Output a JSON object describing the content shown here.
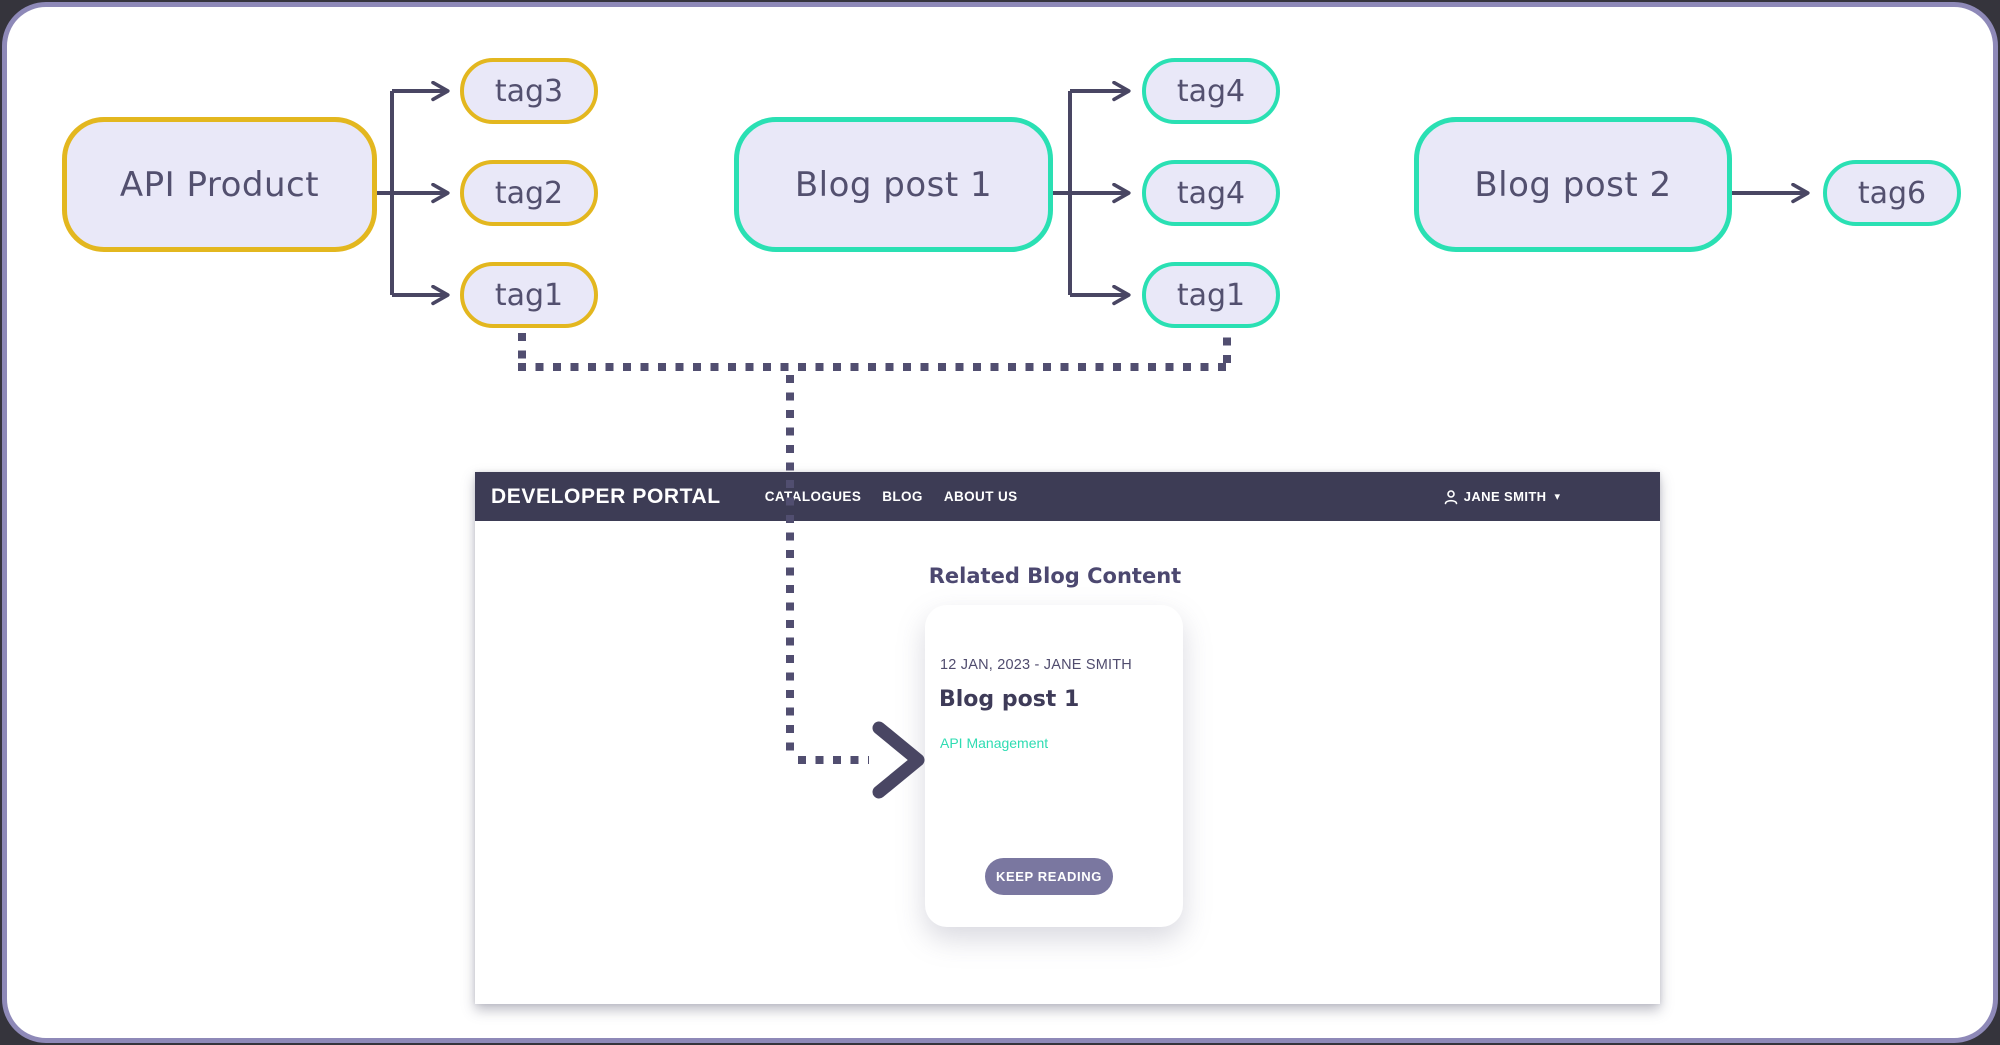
{
  "diagram": {
    "api_product": {
      "label": "API Product",
      "tags": [
        "tag3",
        "tag2",
        "tag1"
      ]
    },
    "blog_post_1": {
      "label": "Blog post 1",
      "tags": [
        "tag4",
        "tag4",
        "tag1"
      ]
    },
    "blog_post_2": {
      "label": "Blog post 2",
      "tags": [
        "tag6"
      ]
    },
    "colors": {
      "yellow_accent": "#e3b71f",
      "teal_accent": "#2ae0b3",
      "node_fill": "#e9e8f8",
      "node_text": "#53506f",
      "connector": "#494663",
      "dotted_connector": "#514e70",
      "canvas_border": "#8e89b8"
    }
  },
  "portal": {
    "brand": "DEVELOPER PORTAL",
    "nav": [
      {
        "label": "CATALOGUES"
      },
      {
        "label": "BLOG"
      },
      {
        "label": "ABOUT US"
      }
    ],
    "user": {
      "name": "JANE SMITH"
    },
    "section_title": "Related Blog Content",
    "card": {
      "meta": "12 JAN, 2023 - JANE SMITH",
      "title": "Blog post 1",
      "tag": "API Management",
      "cta": "KEEP READING"
    },
    "colors": {
      "header_bg": "#3d3c55",
      "button_bg": "#7a77a0",
      "tag_link": "#2edcb2"
    }
  }
}
